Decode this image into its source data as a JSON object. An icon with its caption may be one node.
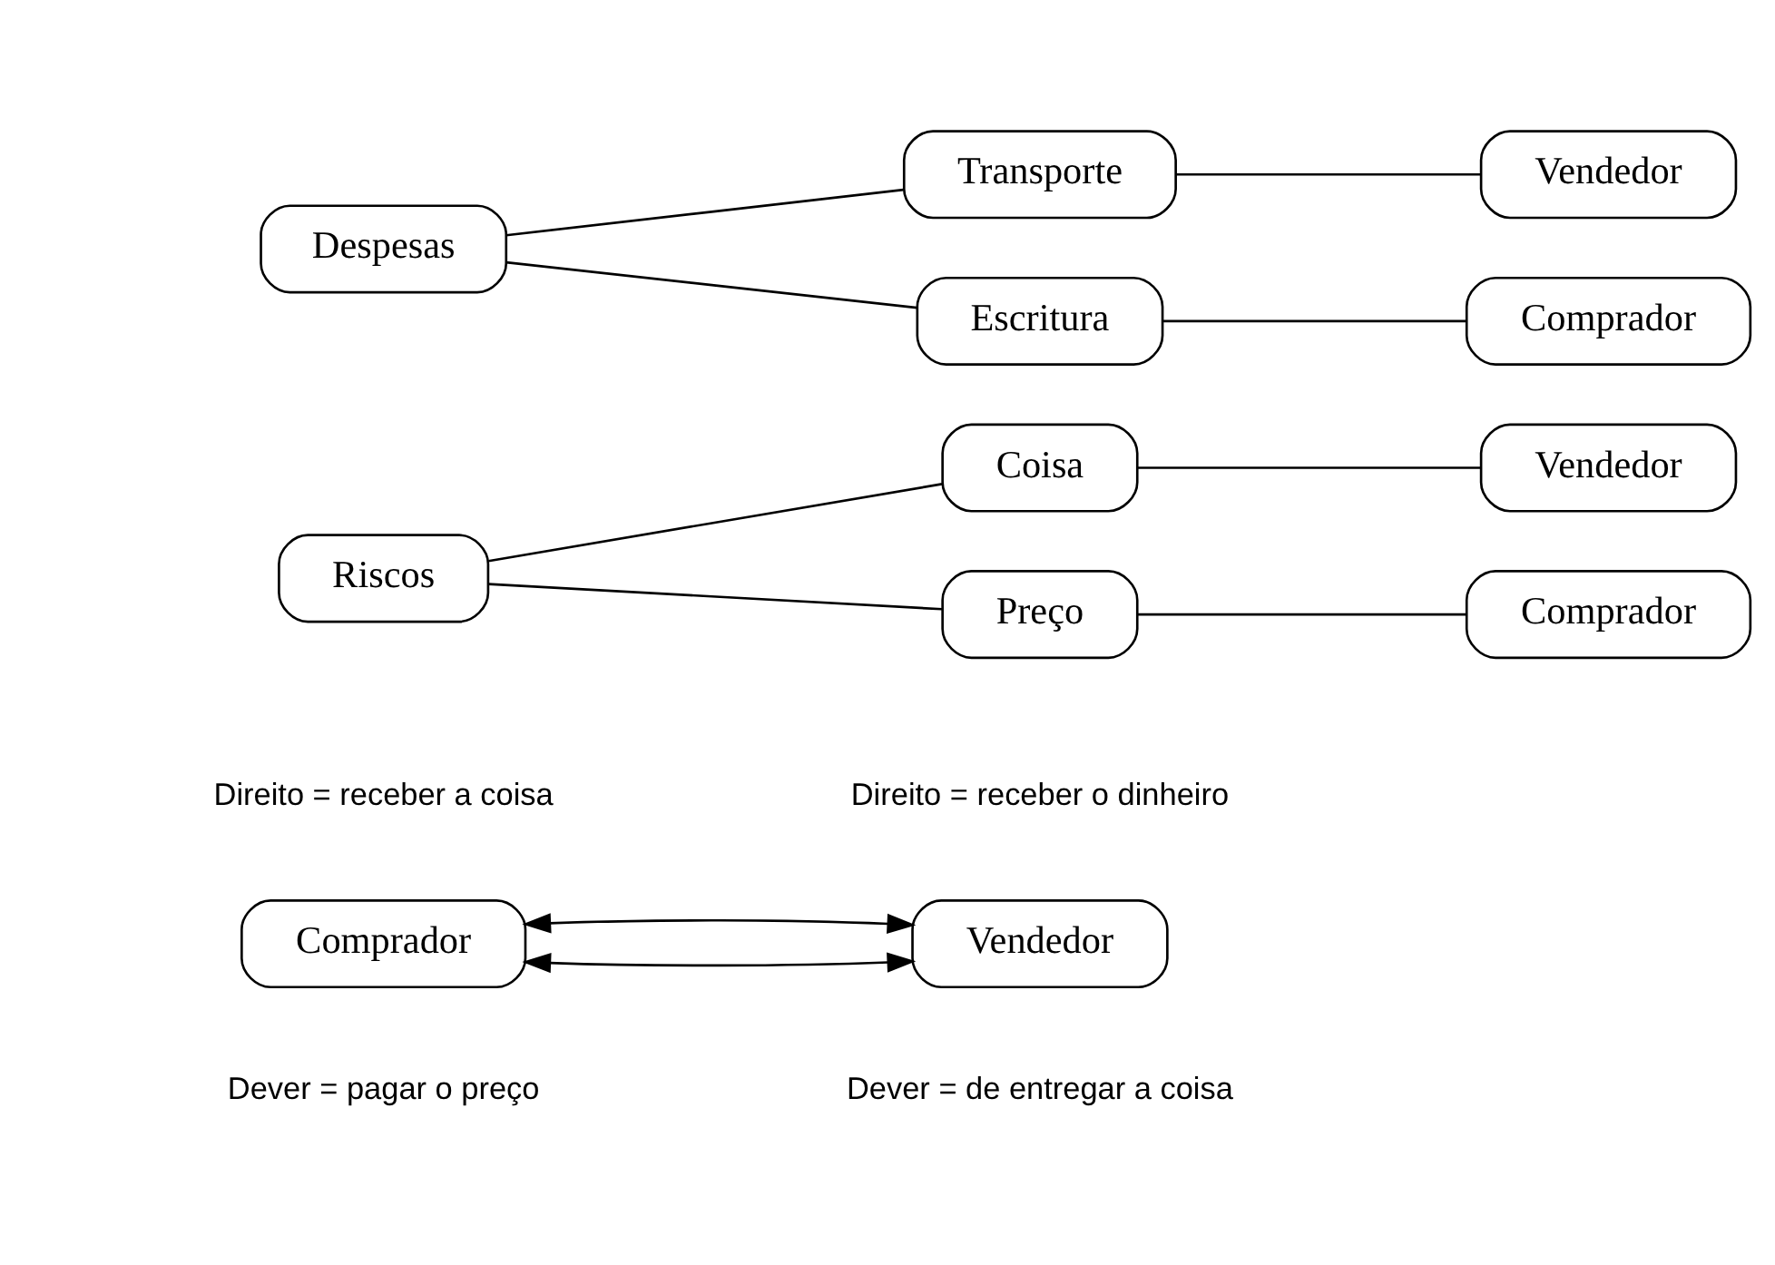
{
  "diagram": {
    "nodes": [
      {
        "text": [
          "Comprador"
        ]
      },
      {
        "text": [
          "Vendedor"
        ]
      },
      {
        "text": [
          "Riscos"
        ]
      },
      {
        "text": [
          "Coisa"
        ]
      },
      {
        "text": [
          "Vendedor"
        ]
      },
      {
        "text": [
          "Preço"
        ]
      },
      {
        "text": [
          "Comprador"
        ]
      },
      {
        "text": [
          "Despesas"
        ]
      },
      {
        "text": [
          "Transporte"
        ]
      },
      {
        "text": [
          "Vendedor"
        ]
      },
      {
        "text": [
          "Escritura"
        ]
      },
      {
        "text": [
          "Comprador"
        ]
      }
    ],
    "edges": [
      {
        "from": 0,
        "to": 1,
        "arrow": "both"
      },
      {
        "from": 0,
        "to": 1,
        "arrow": "both"
      },
      {
        "from": 2,
        "to": 3,
        "arrow": "none"
      },
      {
        "from": 2,
        "to": 5,
        "arrow": "none"
      },
      {
        "from": 3,
        "to": 4,
        "arrow": "none"
      },
      {
        "from": 5,
        "to": 6,
        "arrow": "none"
      },
      {
        "from": 7,
        "to": 8,
        "arrow": "none"
      },
      {
        "from": 7,
        "to": 10,
        "arrow": "none"
      },
      {
        "from": 8,
        "to": 9,
        "arrow": "none"
      },
      {
        "from": 10,
        "to": 11,
        "arrow": "none"
      }
    ],
    "labels": [
      "Direito = receber a coisa",
      "Direito = receber o dinheiro",
      "Dever = pagar o preço",
      "Dever = de entregar a coisa"
    ]
  }
}
